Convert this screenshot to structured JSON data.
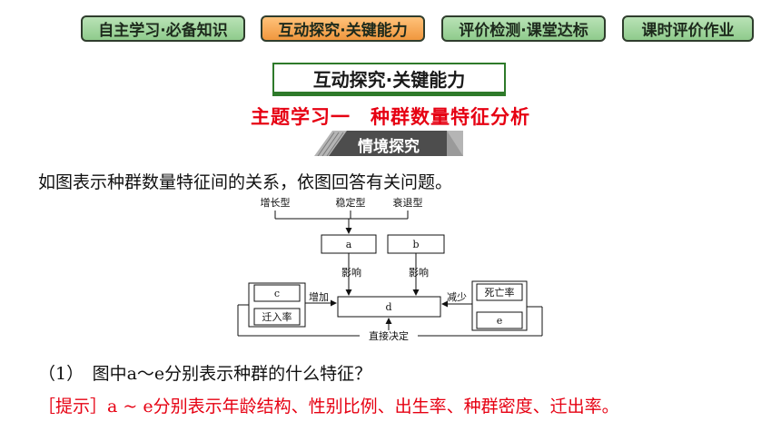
{
  "nav": {
    "tabs": [
      {
        "label": "自主学习·必备知识",
        "active": false
      },
      {
        "label": "互动探究·关键能力",
        "active": true
      },
      {
        "label": "评价检测·课堂达标",
        "active": false
      },
      {
        "label": "课时评价作业",
        "active": false
      }
    ]
  },
  "section_title": "互动探究·关键能力",
  "topic": "主题学习一　种群数量特征分析",
  "banner_label": "情境探究",
  "intro": "如图表示种群数量特征间的关系，依图回答有关问题。",
  "diagram": {
    "top_labels": [
      "增长型",
      "稳定型",
      "衰退型"
    ],
    "box_a": "a",
    "box_b": "b",
    "box_c": "c",
    "box_d": "d",
    "box_e": "e",
    "influence_left": "影响",
    "influence_right": "影响",
    "increase": "增加",
    "decrease": "减少",
    "death_rate": "死亡率",
    "immigration_rate": "迁入率",
    "direct_decide": "直接决定"
  },
  "question1": "（1）　图中a～e分别表示种群的什么特征？",
  "hint": {
    "tag": "［提示］",
    "text": "a ~ e分别表示年龄结构、性别比例、出生率、种群密度、迁出率。"
  },
  "colors": {
    "tab_green": "#9fd39c",
    "tab_orange": "#f5a54e",
    "accent_red": "#e60012",
    "frame_green": "#2e7a2a"
  }
}
